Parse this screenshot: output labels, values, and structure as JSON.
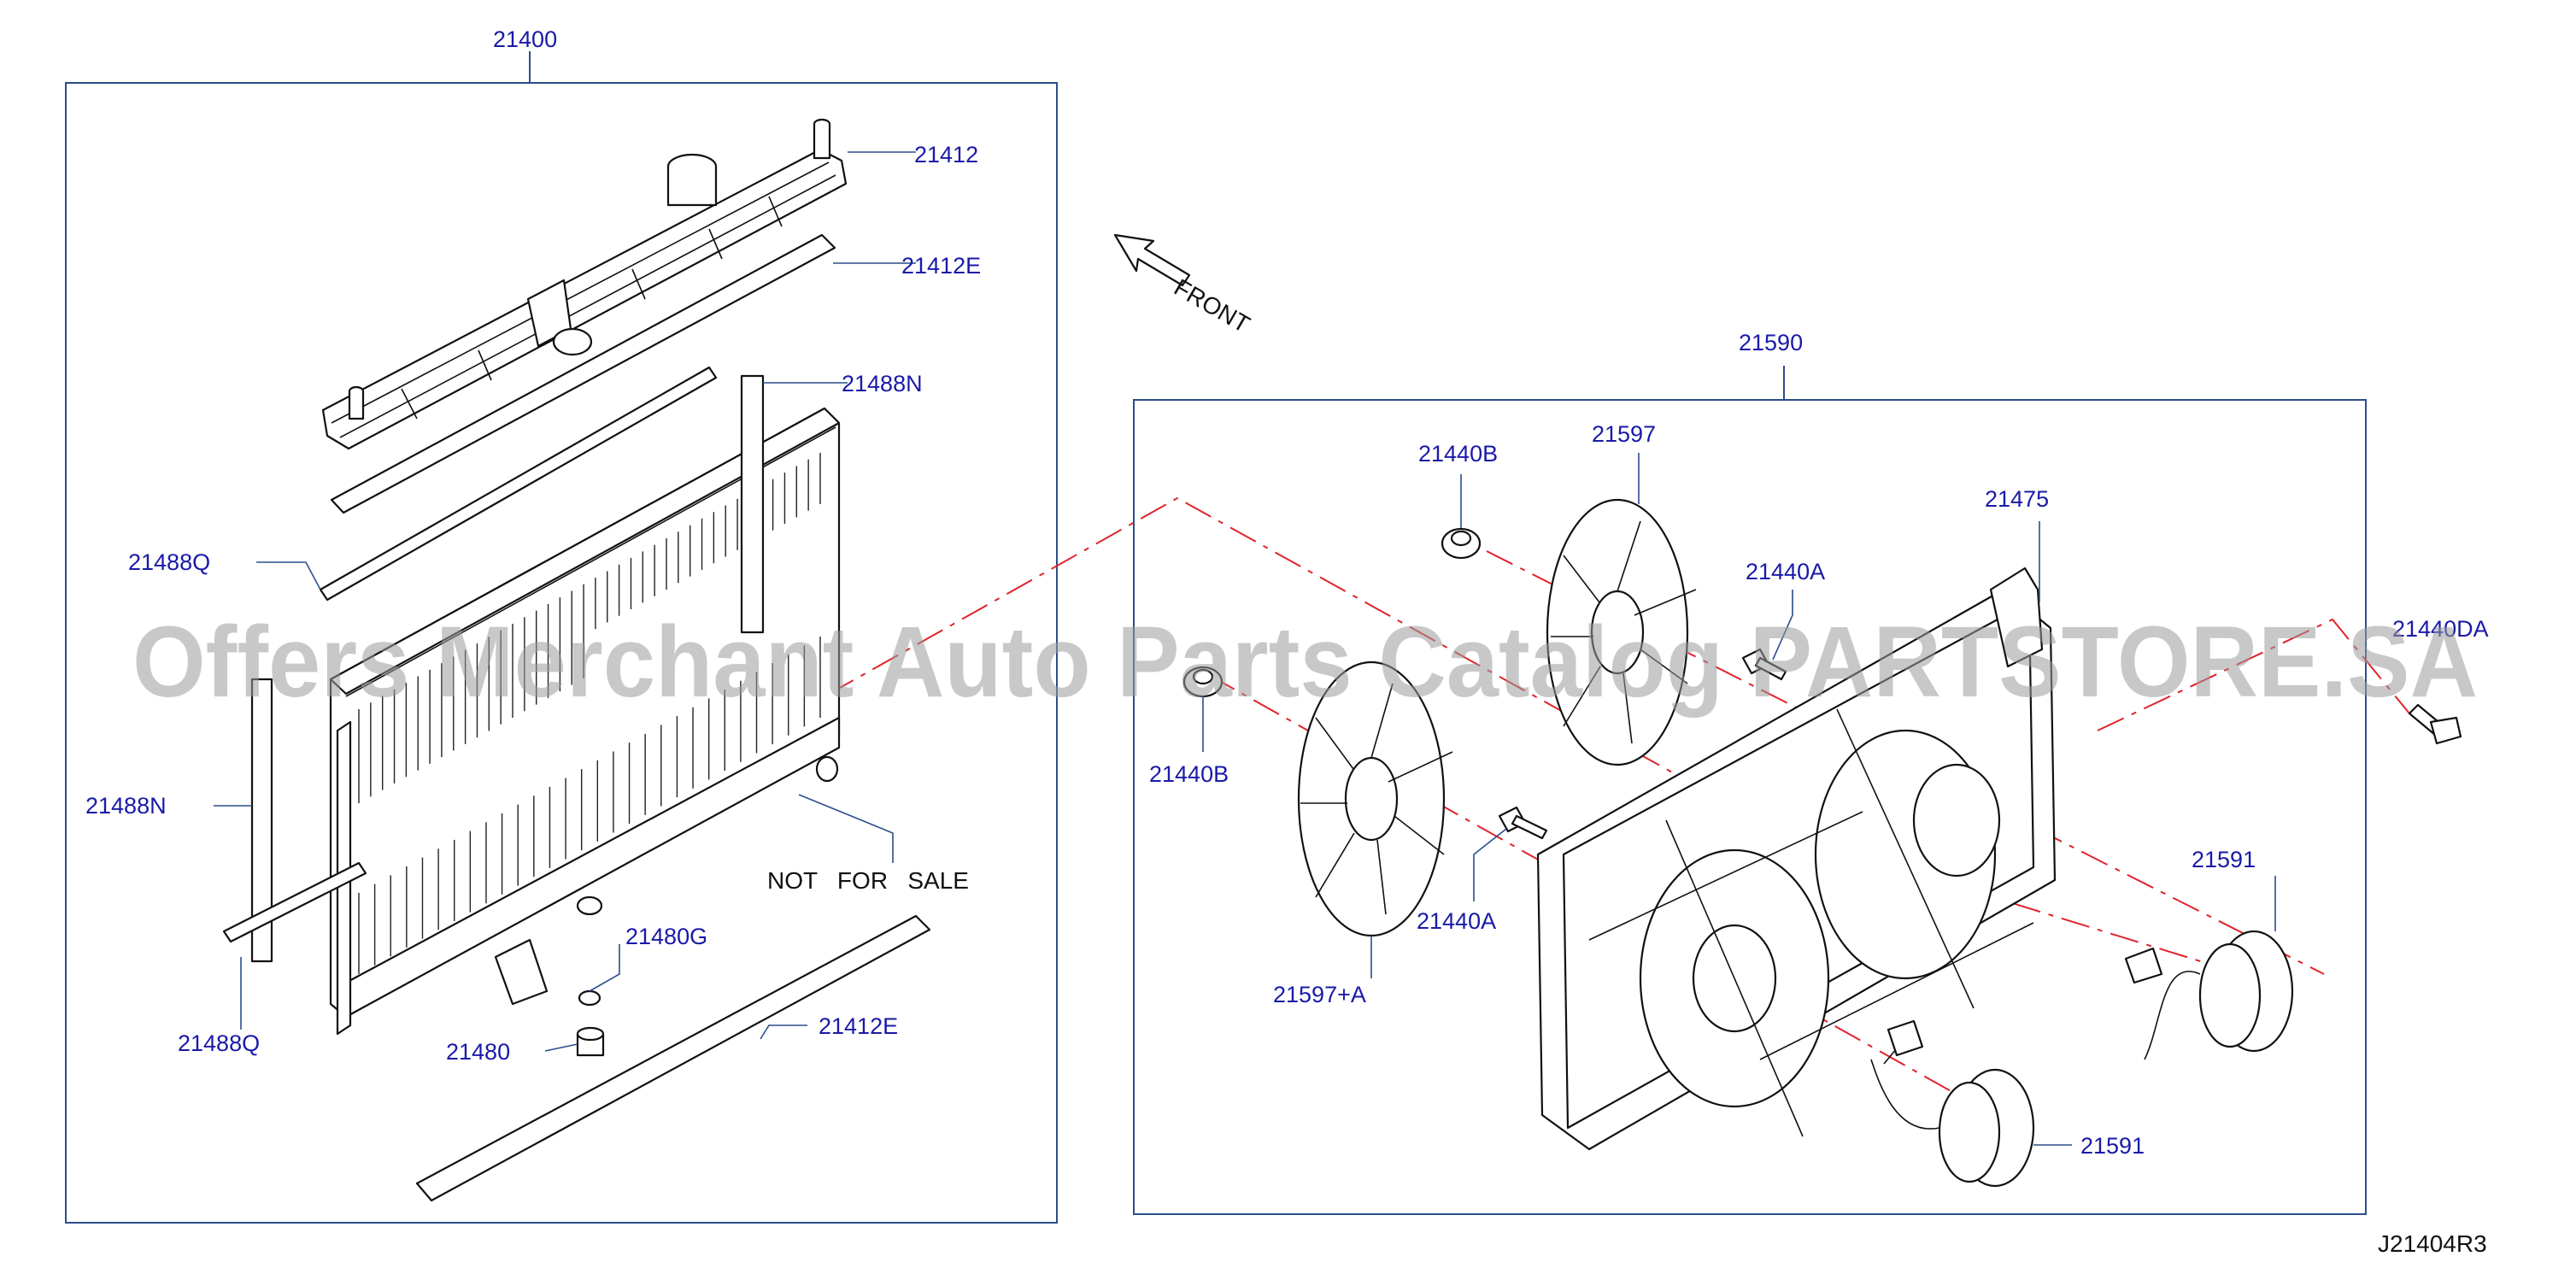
{
  "diagram": {
    "drawing_id": "J21404R3",
    "front_label": "FRONT",
    "not_for_sale": "NOT   FOR   SALE",
    "watermark": "Offers Merchant Auto Parts Catalog PARTSTORE.SA",
    "colors": {
      "label": "#1a1aa8",
      "frame": "#2a4e8c",
      "centerline": "#e0232a",
      "outline": "#111111"
    },
    "group_labels": {
      "radiator_assembly": "21400",
      "fan_assembly": "21590"
    },
    "part_labels": {
      "tank": "21412",
      "tank_seal_top": "21412E",
      "mount_right": "21488N",
      "mount_top_left": "21488Q",
      "mount_left": "21488N",
      "mount_bottom_left": "21488Q",
      "drain_seal": "21480G",
      "drain_plug": "21480",
      "tank_seal_bottom": "21412E",
      "nut_top": "21440B",
      "fan_top": "21597",
      "shroud": "21475",
      "bolt_a_top": "21440A",
      "bolt_da": "21440DA",
      "nut_left": "21440B",
      "bolt_a_bottom": "21440A",
      "fan_bottom": "21597+A",
      "motor_right": "21591",
      "motor_bottom": "21591"
    }
  }
}
